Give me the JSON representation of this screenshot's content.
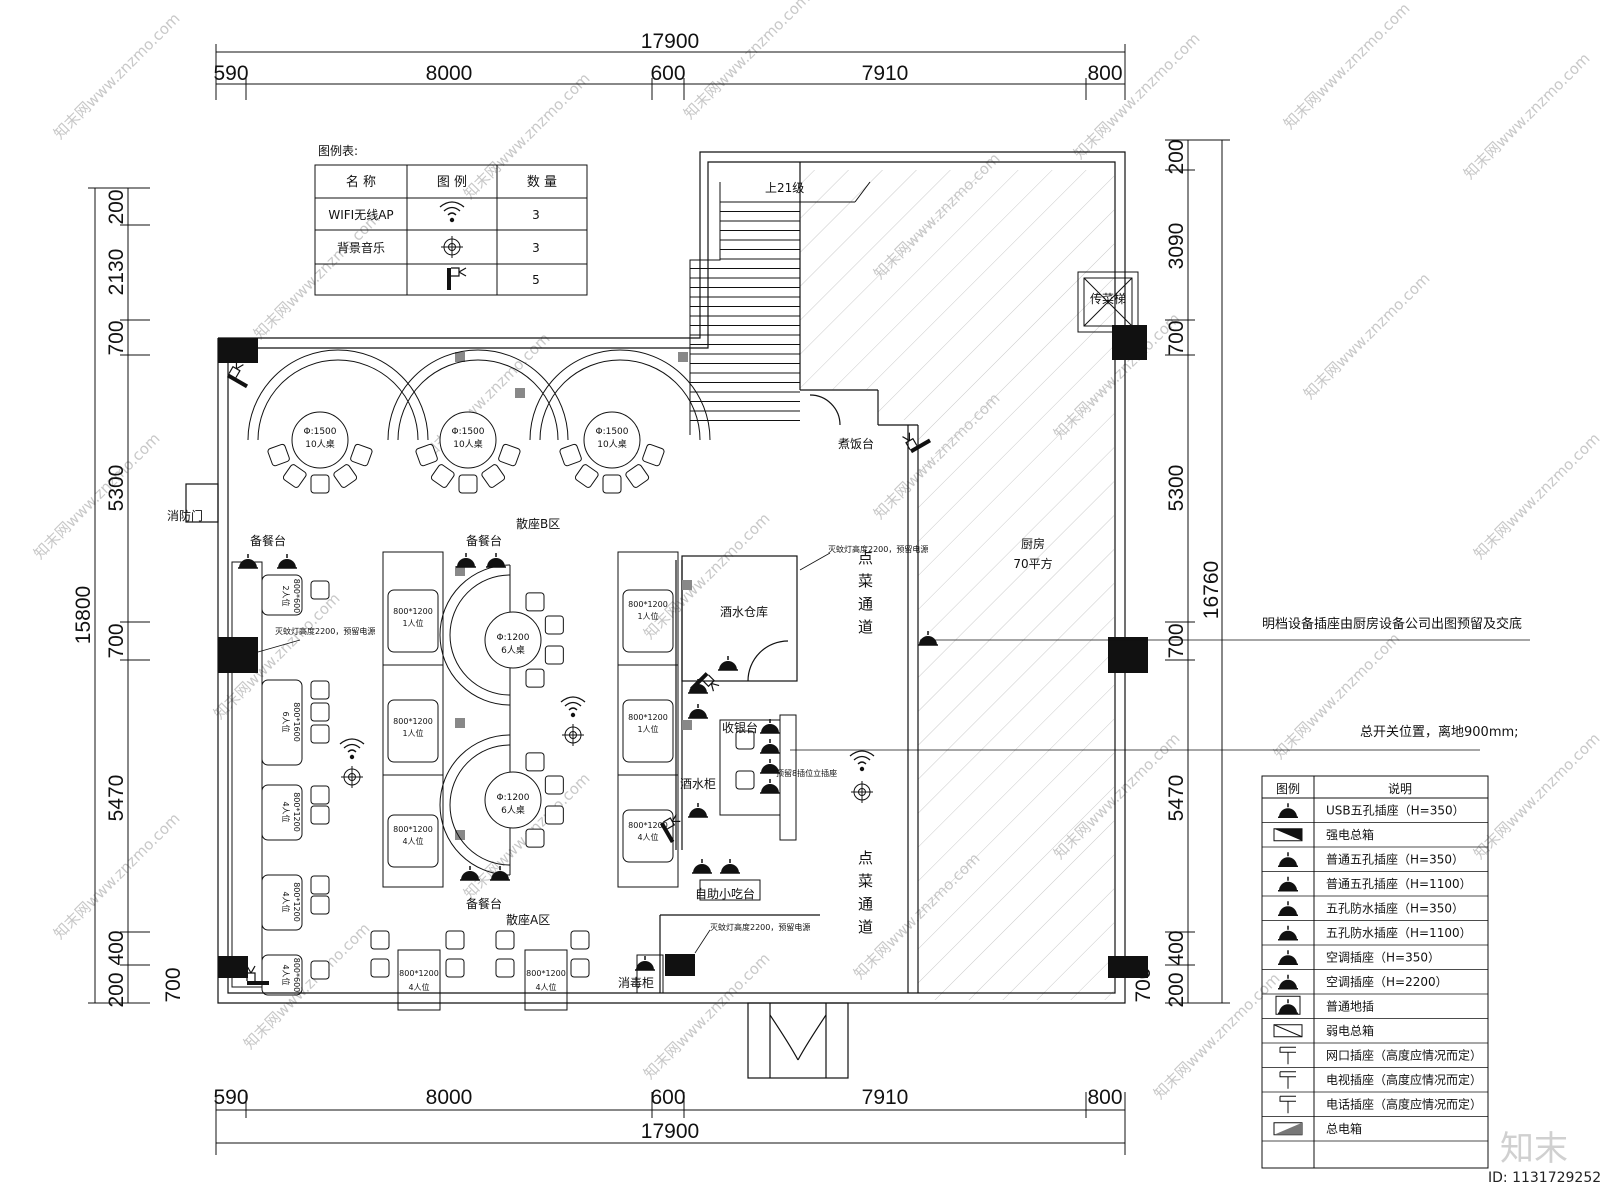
{
  "dims": {
    "top_total": "17900",
    "top_segments": [
      "590",
      "8000",
      "600",
      "7910",
      "800"
    ],
    "bottom_total": "17900",
    "bottom_segments": [
      "590",
      "8000",
      "600",
      "7910",
      "800"
    ],
    "left_total": "15800",
    "left_segments": [
      "200",
      "2130",
      "700",
      "5300",
      "700",
      "5470",
      "400",
      "200"
    ],
    "left_extra": "700",
    "right_total": "16760",
    "right_segments": [
      "200",
      "3090",
      "700",
      "5300",
      "700",
      "5470",
      "400",
      "200"
    ],
    "right_extra": "700"
  },
  "legend_top": {
    "title": "图例表:",
    "headers": [
      "名 称",
      "图 例",
      "数 量"
    ],
    "rows": [
      {
        "name": "WIFI无线AP",
        "icon": "wifi-icon",
        "qty": "3"
      },
      {
        "name": "背景音乐",
        "icon": "speaker-icon",
        "qty": "3"
      },
      {
        "name": "",
        "icon": "camera-icon",
        "qty": "5"
      }
    ]
  },
  "legend_bottom": {
    "headers": [
      "图例",
      "说明"
    ],
    "rows": [
      {
        "icon": "usb-socket-icon",
        "text": "USB五孔插座（H=350）"
      },
      {
        "icon": "power-panel-icon",
        "text": "强电总箱"
      },
      {
        "icon": "socket-350-icon",
        "text": "普通五孔插座（H=350）"
      },
      {
        "icon": "socket-1100-icon",
        "text": "普通五孔插座（H=1100）"
      },
      {
        "icon": "waterproof-socket-350-icon",
        "text": "五孔防水插座（H=350）"
      },
      {
        "icon": "waterproof-socket-1100-icon",
        "text": "五孔防水插座（H=1100）"
      },
      {
        "icon": "ac-socket-350-icon",
        "text": "空调插座（H=350）"
      },
      {
        "icon": "ac-socket-2200-icon",
        "text": "空调插座（H=2200）"
      },
      {
        "icon": "floor-socket-icon",
        "text": "普通地插"
      },
      {
        "icon": "weak-panel-icon",
        "text": "弱电总箱"
      },
      {
        "icon": "network-socket-icon",
        "text": "网口插座（高度应情况而定）"
      },
      {
        "icon": "tv-socket-icon",
        "text": "电视插座（高度应情况而定）"
      },
      {
        "icon": "phone-socket-icon",
        "text": "电话插座（高度应情况而定）"
      },
      {
        "icon": "main-panel-icon",
        "text": "总电箱"
      }
    ]
  },
  "rooms": {
    "stairs": "上21级",
    "dumbwaiter": "传菜梯",
    "kitchen": "厨房",
    "kitchen_area": "70平方",
    "rice_station": "煮饭台",
    "fire_exit": "消防门",
    "seating_b": "散座B区",
    "seating_a": "散座A区",
    "serving_station": "备餐台",
    "wine_store": "酒水仓库",
    "cashier": "收银台",
    "drink_cabinet": "酒水柜",
    "snack_bar": "自助小吃台",
    "disinfect_cabinet": "消毒柜",
    "order_aisle_chars": [
      "点",
      "菜",
      "通",
      "道"
    ]
  },
  "tables": {
    "round_1500": "Φ:1500",
    "round_1500_cap": "10人桌",
    "round_1200": "Φ:1200",
    "round_1200_cap": "6人桌",
    "booth_800_1200": "800*1200",
    "booth_800_1600": "800*1600",
    "booth_800_600": "800*600",
    "cap_1": "1人位",
    "cap_2": "2人位",
    "cap_4": "4人位",
    "cap_6": "6人位"
  },
  "notes": {
    "mosquito_lamp": "灭蚊灯高度2200，预留电源",
    "kitchen_equipment": "明档设备插座由厨房设备公司出图预留及交底",
    "main_switch": "总开关位置，离地900mm;",
    "cashier_note": "预留8插位立插座"
  },
  "watermark": {
    "text": "知末网www.znzmo.com",
    "brand": "知末",
    "id": "ID: 1131729252"
  }
}
